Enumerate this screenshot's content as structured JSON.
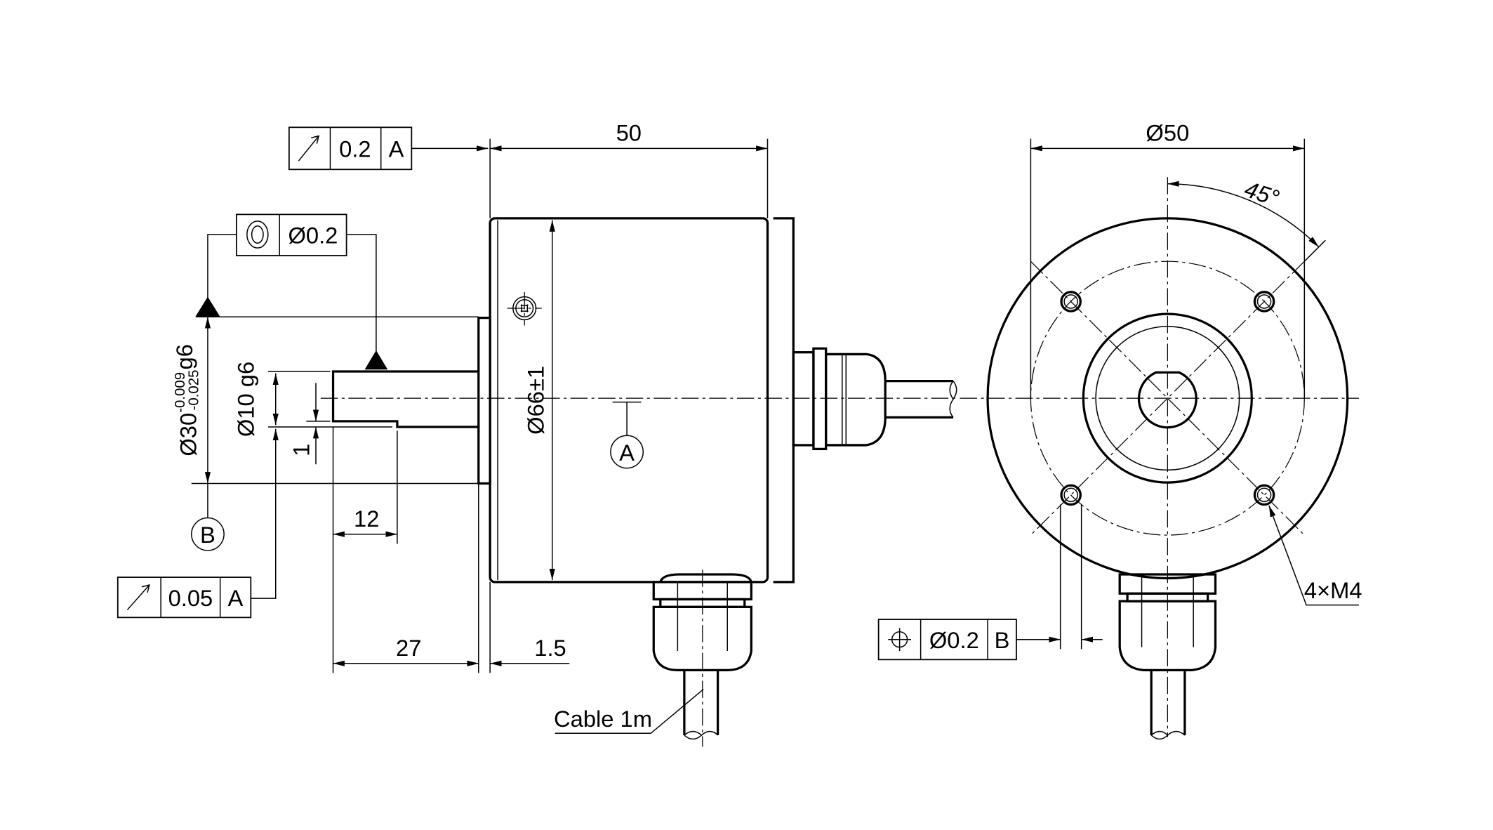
{
  "drawing": {
    "dim_length_body": "50",
    "dim_body_diameter": "Ø66±1",
    "dim_flange_diameter_base": "Ø30",
    "dim_flange_tol_upper": "-0.009",
    "dim_flange_tol_lower": "-0.025",
    "dim_flange_fit": "g6",
    "dim_shaft_diameter": "Ø10 g6",
    "dim_flat_depth": "1",
    "dim_flat_length": "12",
    "dim_shaft_length": "27",
    "dim_pilot_length": "1.5",
    "dim_bolt_circle": "Ø50",
    "dim_angle": "45°",
    "thread_callout": "4×M4",
    "cable_label": "Cable 1m",
    "datum_a": "A",
    "datum_b": "B",
    "fcf_runout_top": {
      "symbol": "runout-icon",
      "tolerance": "0.2",
      "datum": "A"
    },
    "fcf_concentricity": {
      "symbol": "concentricity-icon",
      "tolerance": "Ø0.2"
    },
    "fcf_runout_bottom": {
      "symbol": "runout-icon",
      "tolerance": "0.05",
      "datum": "A"
    },
    "fcf_position": {
      "symbol": "position-icon",
      "tolerance": "Ø0.2",
      "datum": "B"
    }
  }
}
